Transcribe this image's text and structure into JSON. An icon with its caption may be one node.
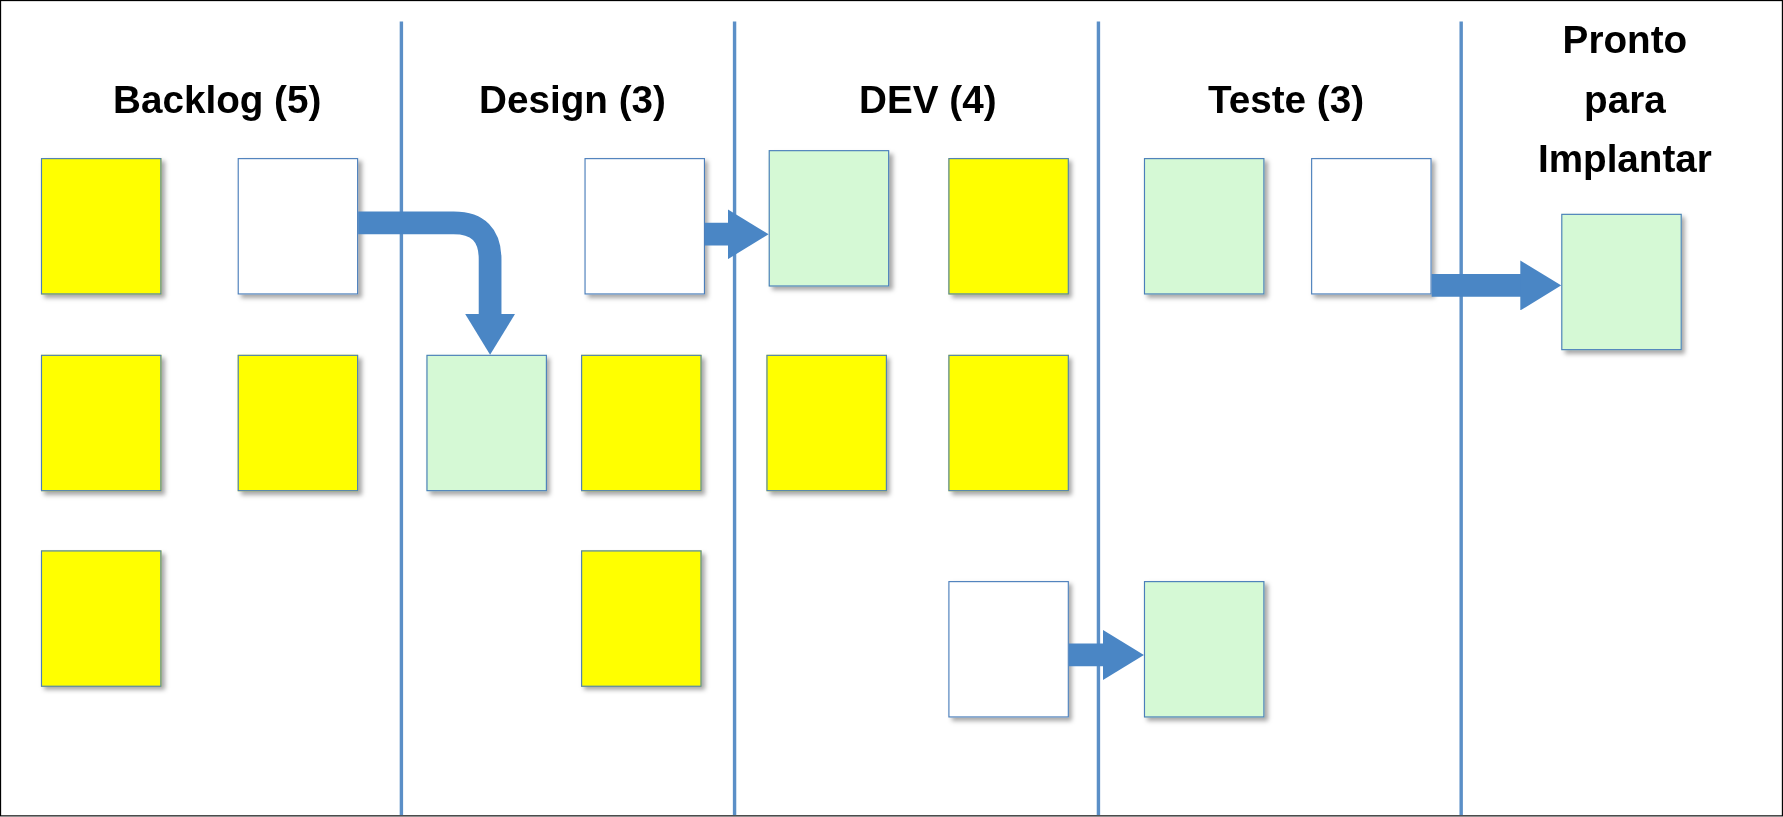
{
  "diagram": {
    "nodes": [
      {
        "text": [],
        "shape": "box"
      },
      {
        "text": [],
        "shape": "box"
      },
      {
        "text": [],
        "shape": "box"
      },
      {
        "text": [],
        "shape": "box"
      },
      {
        "text": [],
        "shape": "box"
      },
      {
        "text": [],
        "shape": "box"
      },
      {
        "text": [],
        "shape": "box"
      },
      {
        "text": [],
        "shape": "box"
      },
      {
        "text": [],
        "shape": "box"
      },
      {
        "text": [],
        "shape": "box"
      },
      {
        "text": [],
        "shape": "box"
      },
      {
        "text": [],
        "shape": "box"
      },
      {
        "text": [],
        "shape": "box"
      },
      {
        "text": [],
        "shape": "box"
      },
      {
        "text": [],
        "shape": "box"
      },
      {
        "text": [],
        "shape": "box"
      },
      {
        "text": [],
        "shape": "box"
      },
      {
        "text": [],
        "shape": "box"
      }
    ],
    "edges": [
      {
        "from": 1,
        "to": 6,
        "arrow": "to"
      },
      {
        "from": 5,
        "to": 9,
        "arrow": "to"
      },
      {
        "from": 13,
        "to": 16,
        "arrow": "to"
      },
      {
        "from": 15,
        "to": 17,
        "arrow": "to"
      }
    ],
    "labels": [
      "Backlog (5)",
      "Design (3)",
      "DEV (4)",
      "Teste (3)",
      "Pronto para Implantar"
    ]
  }
}
